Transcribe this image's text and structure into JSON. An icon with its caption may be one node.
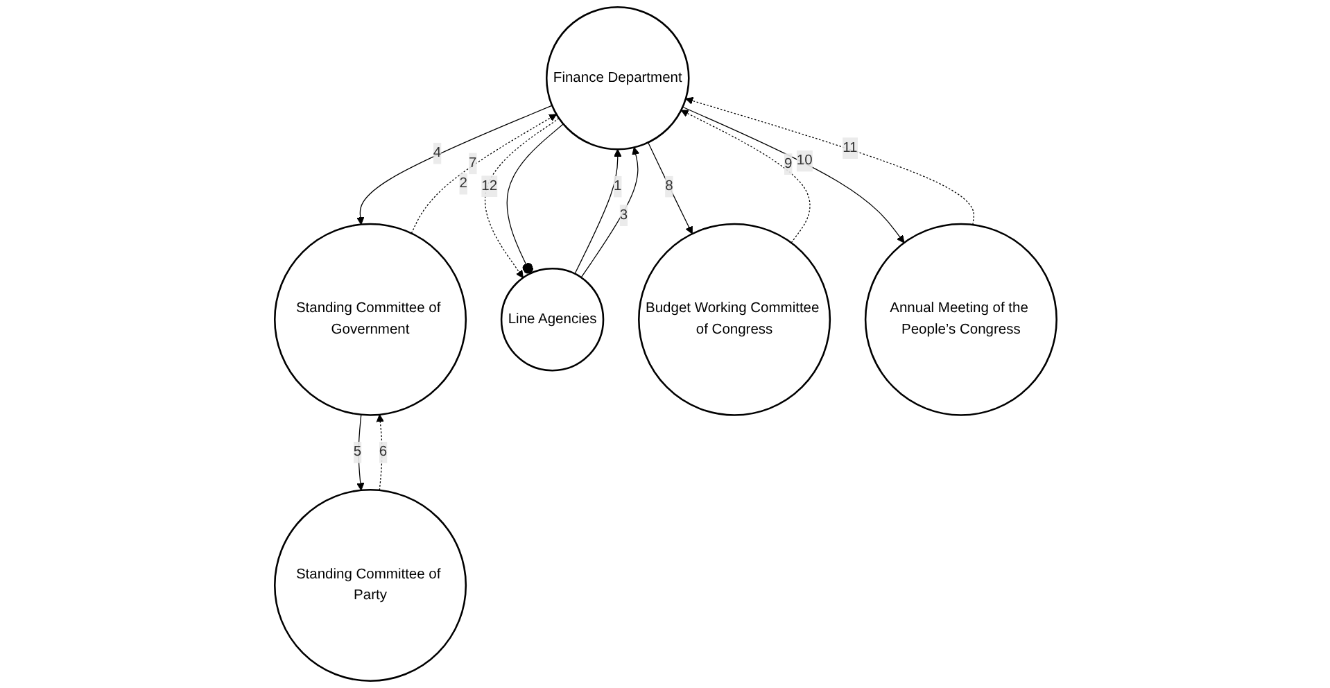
{
  "diagram": {
    "nodes": [
      {
        "text": [
          "Finance Department"
        ]
      },
      {
        "text": [
          "Standing Committee of Government"
        ]
      },
      {
        "text": [
          "Standing Committee of Party"
        ]
      },
      {
        "text": [
          "Line Agencies"
        ]
      },
      {
        "text": [
          "Budget Working Committee of Congress"
        ]
      },
      {
        "text": [
          "Annual Meeting of the People’s Congress"
        ]
      }
    ],
    "edges": [
      {
        "from": 3,
        "to": 0,
        "arrow": "to",
        "label": "1"
      },
      {
        "from": 0,
        "to": 3,
        "arrow": "to",
        "label": "2",
        "style": "dashed"
      },
      {
        "from": 3,
        "to": 0,
        "arrow": "to",
        "label": "3"
      },
      {
        "from": 0,
        "to": 1,
        "arrow": "to",
        "label": "4"
      },
      {
        "from": 1,
        "to": 2,
        "arrow": "to",
        "label": "5"
      },
      {
        "from": 2,
        "to": 1,
        "arrow": "to",
        "label": "6",
        "style": "dashed"
      },
      {
        "from": 1,
        "to": 0,
        "arrow": "to",
        "label": "7",
        "style": "dashed"
      },
      {
        "from": 0,
        "to": 4,
        "arrow": "to",
        "label": "8"
      },
      {
        "from": 4,
        "to": 0,
        "arrow": "to",
        "label": "9",
        "style": "dashed"
      },
      {
        "from": 0,
        "to": 5,
        "arrow": "to",
        "label": "10"
      },
      {
        "from": 5,
        "to": 0,
        "arrow": "to",
        "label": "11",
        "style": "dashed"
      },
      {
        "from": 0,
        "to": 3,
        "arrow": "other",
        "label": "12"
      }
    ]
  }
}
